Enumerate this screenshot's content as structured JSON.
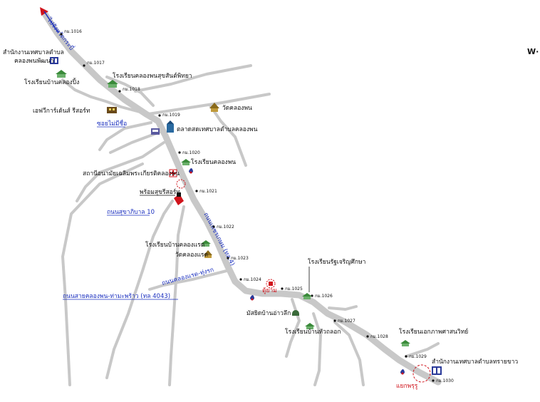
{
  "colors": {
    "main_road": "#c8c8c8",
    "minor_road": "#c8c8c8",
    "label_text": "#111111",
    "road_name": "#1a2fbf",
    "highlight": "#d0131b",
    "school_icon": "#3a8a3a",
    "govt_icon": "#2a3a9a"
  },
  "corner_mark": "W·",
  "km_markers": [
    "กม.1016",
    "กม.1017",
    "กม.1018",
    "กม.1019",
    "กม.1020",
    "กม.1021",
    "กม.1022",
    "กม.1023",
    "กม.1024",
    "กม.1025",
    "กม.1026",
    "กม.1027",
    "กม.1028",
    "กม.1029",
    "กม.1030"
  ],
  "places": {
    "office_klong_phon_phatthana_1": "สำนักงานเทศบาลตำบล",
    "office_klong_phon_phatthana_2": "คลองพนพัฒนา",
    "school_ban_klong_ping": "โรงเรียนบ้านคลองปิ้ง",
    "school_klong_phon_suksa": "โรงเรียนคลองพนสุขสันต์พิทยา",
    "resort": "เอฟวีการ์เด้นส์ รีสอร์ท",
    "soi_mai_mi_chue": "ซอยไม่มีชื่อ",
    "wat_klong_phon": "วัดคลองพน",
    "market": "ตลาดสดเทศบาลตำบลคลองพน",
    "school_klong_phon": "โรงเรียนคลองพน",
    "health_station": "สถานีอนามัยเฉลิมพระเกียรติคลองพน",
    "prom_suk_resort": "พร้อมสุขรีสอร์ท",
    "road_sukhaphiban_10": "ถนนสุขาภิบาล 10",
    "school_ban_klong_raet": "โรงเรียนบ้านคลองแรด",
    "wat_klong_raet": "วัดคลองแรด",
    "road_klong_raet_thung_rok": "ถนนคลองแรด-ทุ่งรก",
    "road_klong_phon_tha_maphrao": "ถนนสายคลองพน-ท่ามะพร้าว (ทล 4043)",
    "highway_phetkasem": "ถนนเพชรเกษม (ทล.4)",
    "school_rat_charoen": "โรงเรียนรัฐเจริญศึกษา",
    "police_box": "ตู้ยาม",
    "mosque": "มัสยิดบ้านอ่าวลึก",
    "school_ban_hua_thalok": "โรงเรียนบ้านหัวถลอก",
    "school_sanit": "โรงเรียนเอกภาพศาสนวิทย์",
    "office_thap_sai_1": "สำนักงานเทศบาลตำบลทรายขาว",
    "junction_phru_ru": "แยกพรุรู",
    "to_krabi": "ไปจังหวัดกระบี่"
  }
}
